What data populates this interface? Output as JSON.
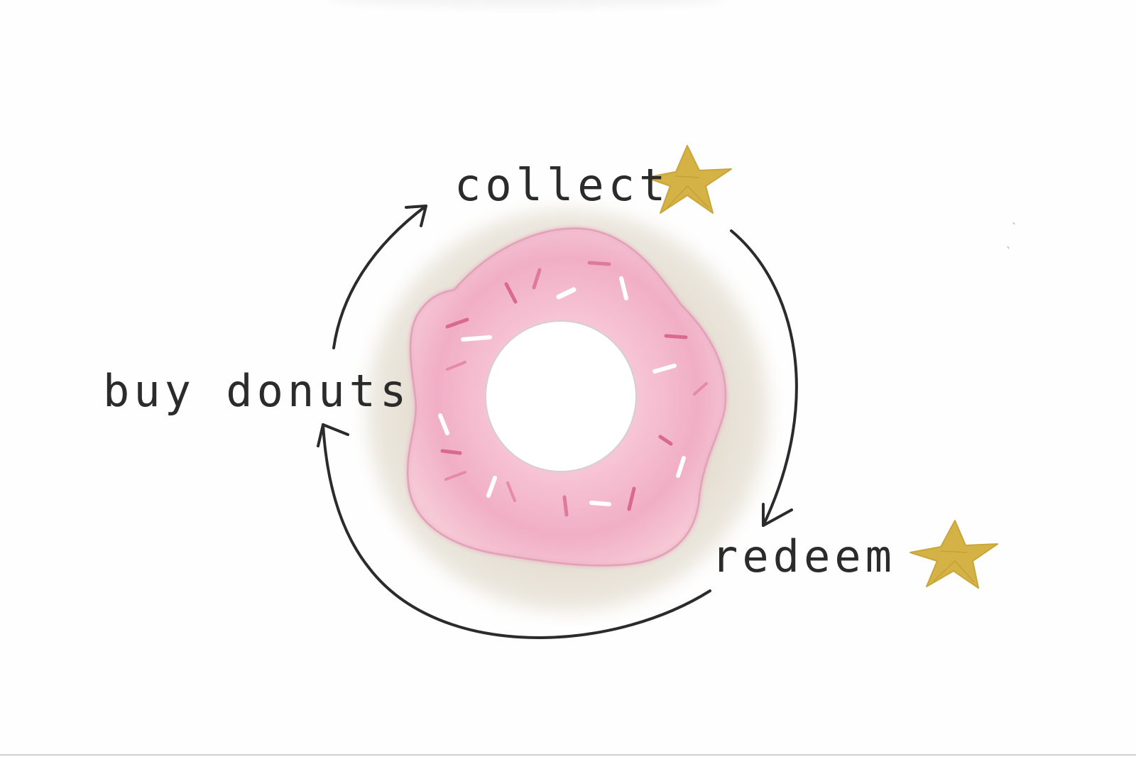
{
  "labels": {
    "collect": "collect",
    "buy_donuts": "buy donuts",
    "redeem": "redeem"
  },
  "colors": {
    "ink": "#2b2b2b",
    "frosting": "#f3b6cb",
    "frosting_edge": "#e7a5bd",
    "dough": "#e6e1d6",
    "star": "#d4b245",
    "sprinkle_pink": "#d9698f",
    "sprinkle_white": "#ffffff"
  },
  "icons": {
    "star_top": "star-icon",
    "star_bottom": "star-icon",
    "donut": "donut-icon"
  }
}
